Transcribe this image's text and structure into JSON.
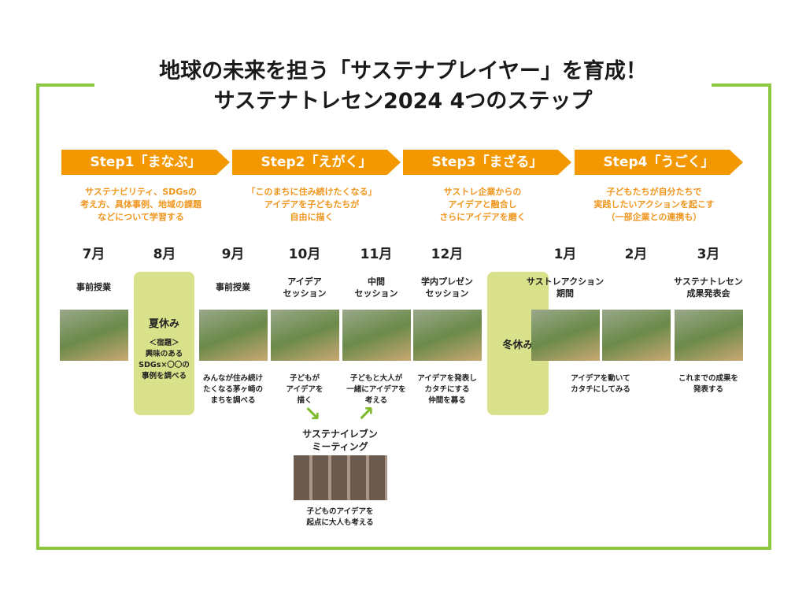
{
  "title": {
    "line1": "地球の未来を担う「サステナプレイヤー」を育成！",
    "line2": "サステナトレセン2024 4つのステップ"
  },
  "steps": [
    {
      "label": "Step1「まなぶ」",
      "desc": [
        "サステナビリティ、SDGsの",
        "考え方、具体事例、地域の課題",
        "などについて学習する"
      ]
    },
    {
      "label": "Step2「えがく」",
      "desc": [
        "「このまちに住み続けたくなる」",
        "アイデアを子どもたちが",
        "自由に描く"
      ]
    },
    {
      "label": "Step3「まざる」",
      "desc": [
        "サストレ企業からの",
        "アイデアと融合し",
        "さらにアイデアを磨く"
      ]
    },
    {
      "label": "Step4「うごく」",
      "desc": [
        "子どもたちが自分たちで",
        "実践したいアクションを起こす",
        "（一部企業との連携も）"
      ]
    }
  ],
  "months": [
    "7月",
    "8月",
    "9月",
    "10月",
    "11月",
    "12月",
    "1月",
    "2月",
    "3月"
  ],
  "events": [
    {
      "title": [
        "事前授業"
      ],
      "caption": []
    },
    {
      "title": [
        "事前授業"
      ],
      "caption": [
        "みんなが住み続け",
        "たくなる茅ヶ崎の",
        "まちを調べる"
      ]
    },
    {
      "title": [
        "アイデア",
        "セッション"
      ],
      "caption": [
        "子どもが",
        "アイデアを",
        "描く"
      ]
    },
    {
      "title": [
        "中間",
        "セッション"
      ],
      "caption": [
        "子どもと大人が",
        "一緒にアイデアを",
        "考える"
      ]
    },
    {
      "title": [
        "学内プレゼン",
        "セッション"
      ],
      "caption": [
        "アイデアを発表し",
        "カタチにする",
        "仲間を募る"
      ]
    },
    {
      "title": [
        "サストレアクション",
        "期間"
      ],
      "caption": [
        "アイデアを動いて",
        "カタチにしてみる"
      ]
    },
    {
      "title": [
        "サステナトレセン",
        "成果発表会"
      ],
      "caption": [
        "これまでの成果を",
        "発表する"
      ]
    }
  ],
  "summer": {
    "title": "夏休み",
    "body": [
      "＜宿題＞",
      "興味のある",
      "SDGs×〇〇の",
      "事例を調べる"
    ]
  },
  "winter": {
    "title": "冬休み"
  },
  "meeting": {
    "title": [
      "サステナイレブン",
      "ミーティング"
    ],
    "caption": [
      "子どものアイデアを",
      "起点に大人も考える"
    ]
  },
  "colors": {
    "frame": "#8dc63f",
    "step": "#f39800",
    "box": "#d9e28a"
  }
}
